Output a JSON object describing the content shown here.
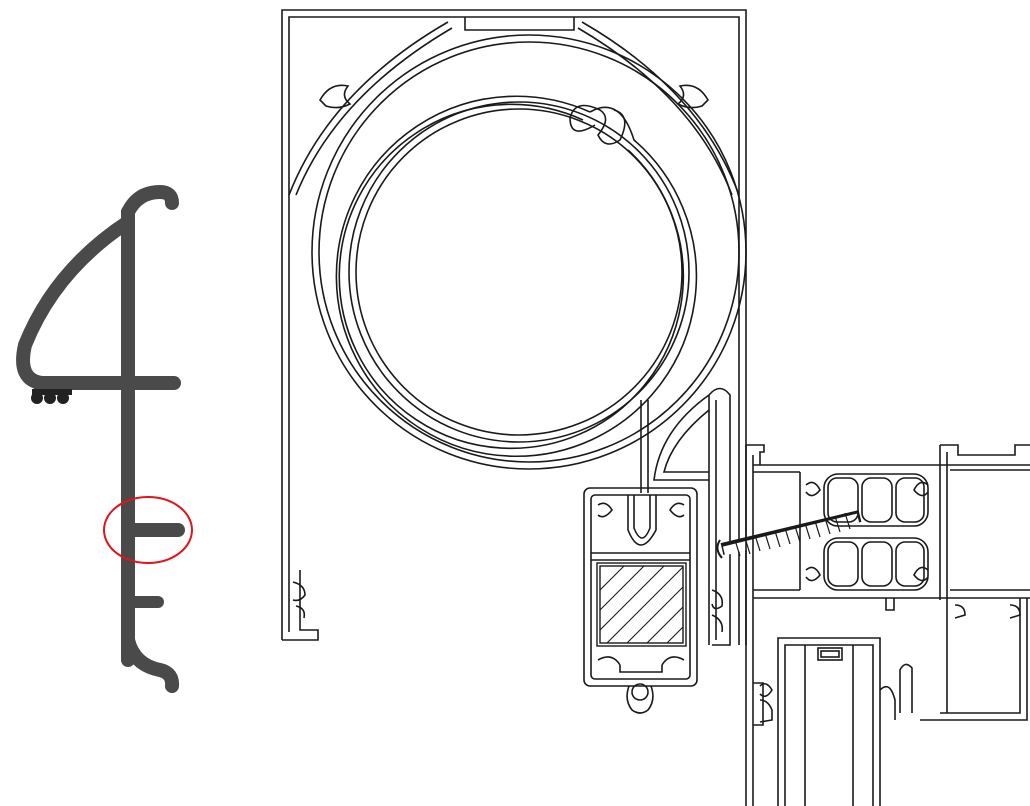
{
  "diagram": {
    "background_color": "#ffffff",
    "line_color": "#1a1a1a",
    "profile_fill_color": "#4a4a4a",
    "highlight_color": "#e0141a",
    "components": [
      "guide-rail-profile-detail",
      "shutter-box-housing",
      "shutter-roll",
      "end-rail-profile",
      "wooden-insert",
      "mounting-screw",
      "window-frame-profile",
      "window-sash-profile"
    ]
  }
}
